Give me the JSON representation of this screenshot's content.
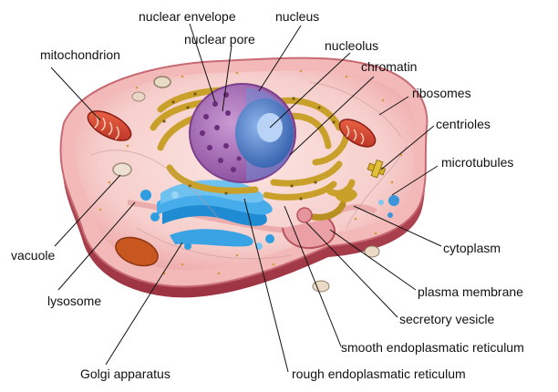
{
  "colors": {
    "membrane_outer": "#b94a57",
    "membrane_inner": "#f1b0b0",
    "cytoplasm": "#f7d6d4",
    "nucleus": "#a366b3",
    "nucleolus": "#4a78c6",
    "er": "#c9a12a",
    "golgi": "#2f9ee0",
    "mitochondrion": "#d8432c",
    "leader_line": "#111111"
  },
  "labels": {
    "nuclear_envelope": "nuclear envelope",
    "nucleus": "nucleus",
    "nuclear_pore": "nuclear pore",
    "mitochondrion": "mitochondrion",
    "nucleolus": "nucleolus",
    "chromatin": "chromatin",
    "ribosomes": "ribosomes",
    "centrioles": "centrioles",
    "microtubules": "microtubules",
    "vacuole": "vacuole",
    "cytoplasm": "cytoplasm",
    "lysosome": "lysosome",
    "plasma_membrane": "plasma membrane",
    "secretory_vesicle": "secretory vesicle",
    "smooth_er": "smooth endoplasmatic reticulum",
    "golgi_apparatus": "Golgi apparatus",
    "rough_er": "rough endoplasmatic reticulum"
  }
}
